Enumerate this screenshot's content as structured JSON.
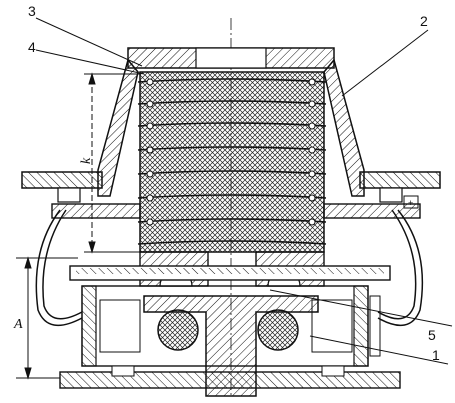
{
  "labels": {
    "l1": "1",
    "l2": "2",
    "l3": "3",
    "l4": "4",
    "l5": "5",
    "dim_a": "A",
    "dim_k": "k"
  },
  "colors": {
    "ink": "#111111",
    "paper": "#ffffff"
  }
}
